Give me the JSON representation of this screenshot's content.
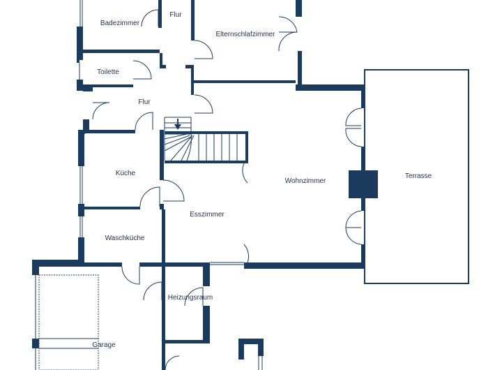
{
  "colors": {
    "wall": "#1a3a5e",
    "thin_line": "#1a3a5e",
    "label": "#1f2f4a",
    "background": "#ffffff"
  },
  "icons": {
    "stair_direction": "arrow-down-icon"
  },
  "rooms": {
    "badezimmer": "Badezimmer",
    "flur_top": "Flur",
    "elternschlafzimmer": "Elternschlafzimmer",
    "toilette": "Toilette",
    "flur_middle": "Flur",
    "kueche": "Küche",
    "wohnzimmer": "Wohnzimmer",
    "terrasse": "Terrasse",
    "esszimmer": "Esszimmer",
    "waschkueche": "Waschküche",
    "heizungsraum": "Heizungsraum",
    "garage": "Garage"
  }
}
